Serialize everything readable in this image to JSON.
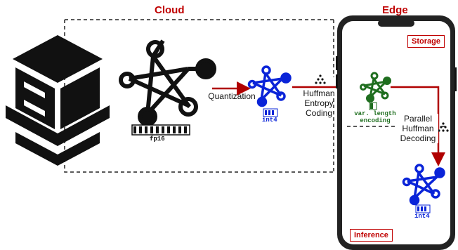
{
  "headings": {
    "cloud": "Cloud",
    "edge": "Edge"
  },
  "labels": {
    "quantization": "Quantization",
    "huffman_line1": "Huffman",
    "huffman_line2": "Entropy",
    "huffman_line3": "Coding",
    "decoding_line1": "Parallel",
    "decoding_line2": "Huffman",
    "decoding_line3": "Decoding"
  },
  "precision": {
    "fp16": "fp16",
    "int4_cloud": "int4",
    "var_line1": "var. length",
    "var_line2": "encoding",
    "int4_edge": "int4"
  },
  "phone": {
    "storage_tag": "Storage",
    "inference_tag": "Inference"
  },
  "colors": {
    "heading_red": "#c00000",
    "arrow_red": "#b00000",
    "model_black": "#111111",
    "model_blue": "#0a24d8",
    "model_green": "#1f6e1f"
  }
}
